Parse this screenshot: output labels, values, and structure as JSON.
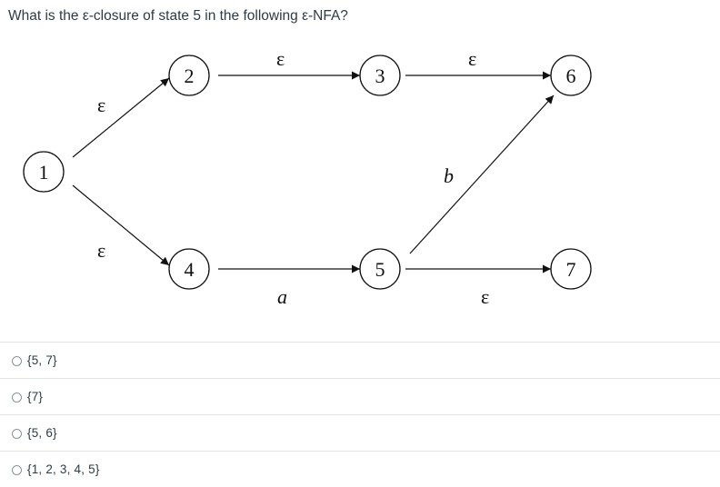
{
  "question": "What is the ε-closure of state 5 in the following ε-NFA?",
  "diagram": {
    "states": [
      "1",
      "2",
      "3",
      "4",
      "5",
      "6",
      "7"
    ],
    "edge_labels": {
      "e1_2": "ε",
      "e1_4": "ε",
      "e2_3": "ε",
      "e3_6": "ε",
      "e4_5": "a",
      "e5_6": "b",
      "e5_7": "ε"
    }
  },
  "answers": [
    {
      "label": "{5, 7}"
    },
    {
      "label": "{7}"
    },
    {
      "label": "{5, 6}"
    },
    {
      "label": "{1, 2, 3, 4, 5}"
    }
  ]
}
